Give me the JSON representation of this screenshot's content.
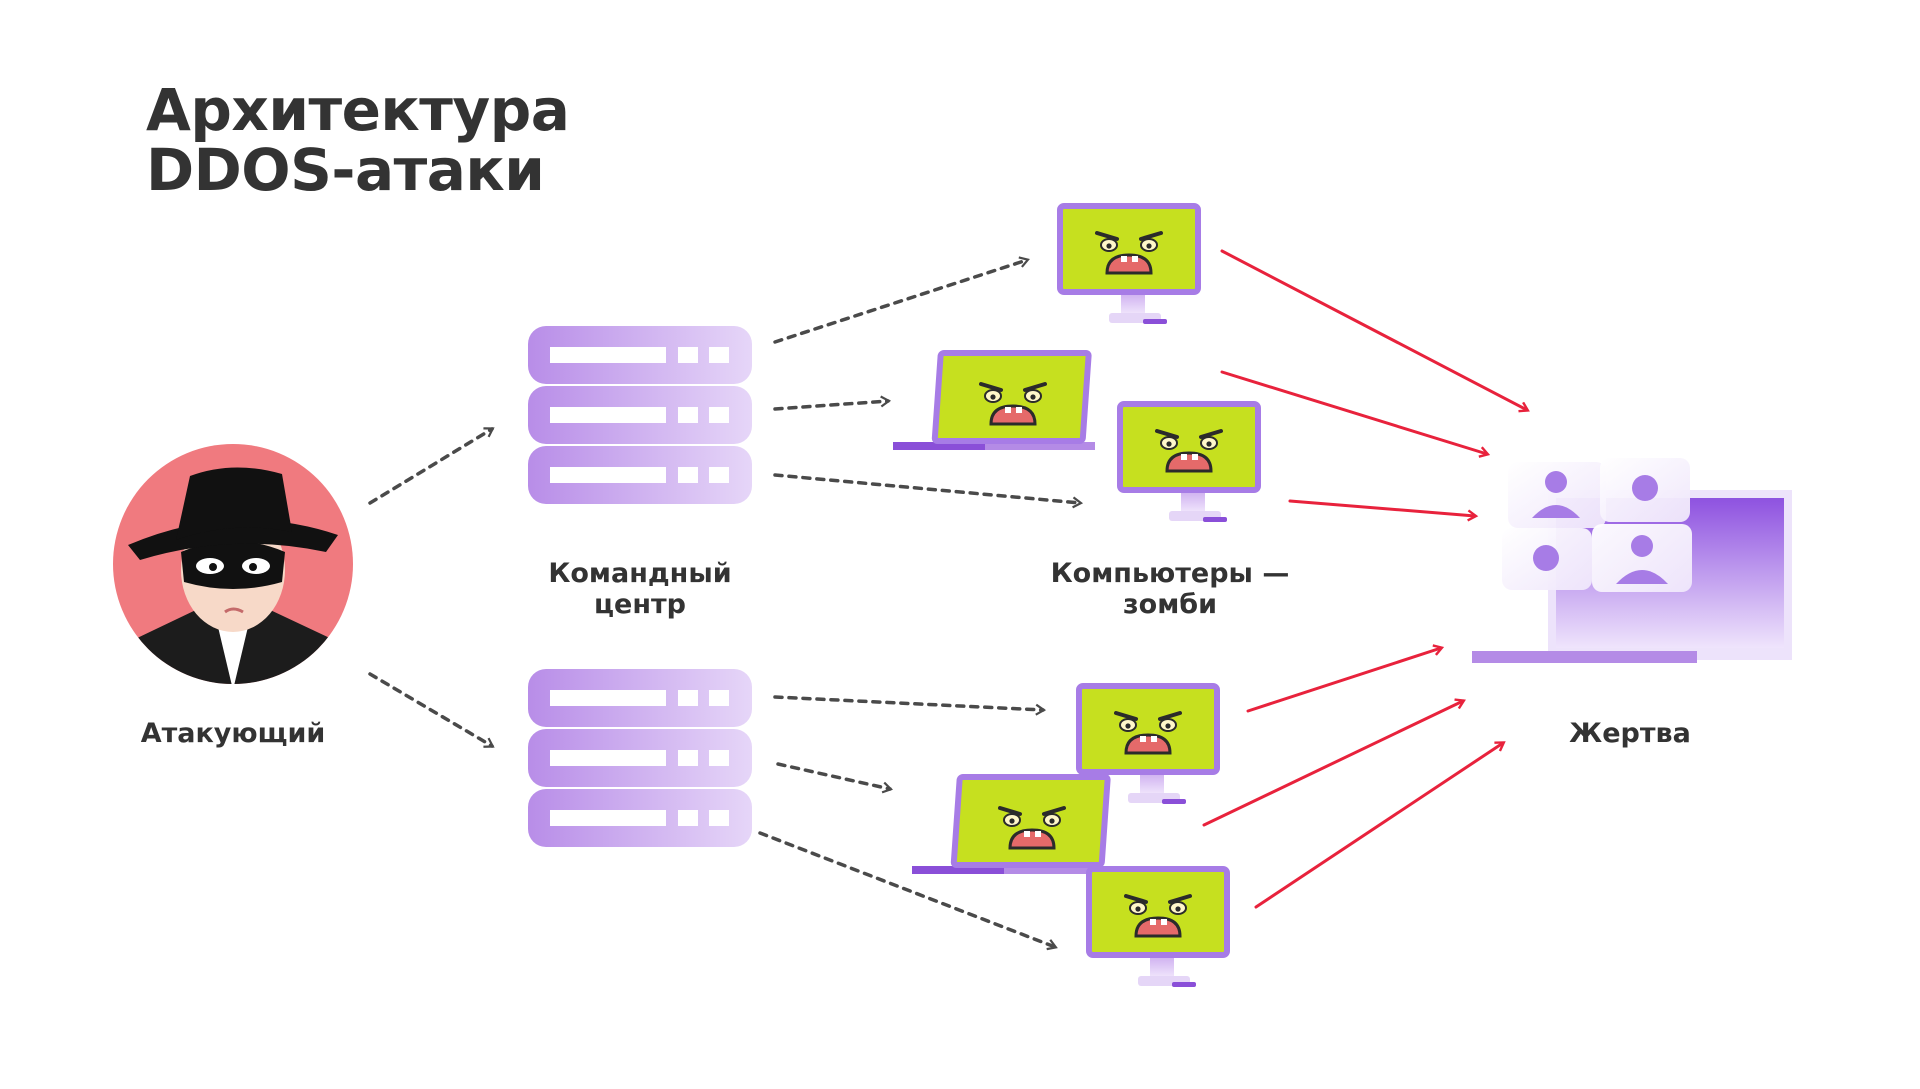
{
  "title": {
    "line1": "Архитектура",
    "line2": "DDOS-атаки"
  },
  "labels": {
    "attacker": "Атакующий",
    "command_center_line1": "Командный",
    "command_center_line2": "центр",
    "zombies_line1": "Компьютеры —",
    "zombies_line2": "зомби",
    "victim": "Жертва"
  },
  "icons": {
    "attacker": "hacker-avatar-icon",
    "command_center": "server-rack-icon",
    "zombie_monitor": "zombie-monitor-icon",
    "zombie_laptop": "zombie-laptop-icon",
    "victim": "video-conference-laptop-icon"
  },
  "colors": {
    "text": "#333333",
    "server_purple": "#c7a4ee",
    "zombie_green": "#c6e01f",
    "frame_purple": "#a77ce6",
    "attack_arrow": "#e8223c",
    "command_arrow": "#4a4a4a",
    "avatar_bg": "#f07a7f"
  }
}
